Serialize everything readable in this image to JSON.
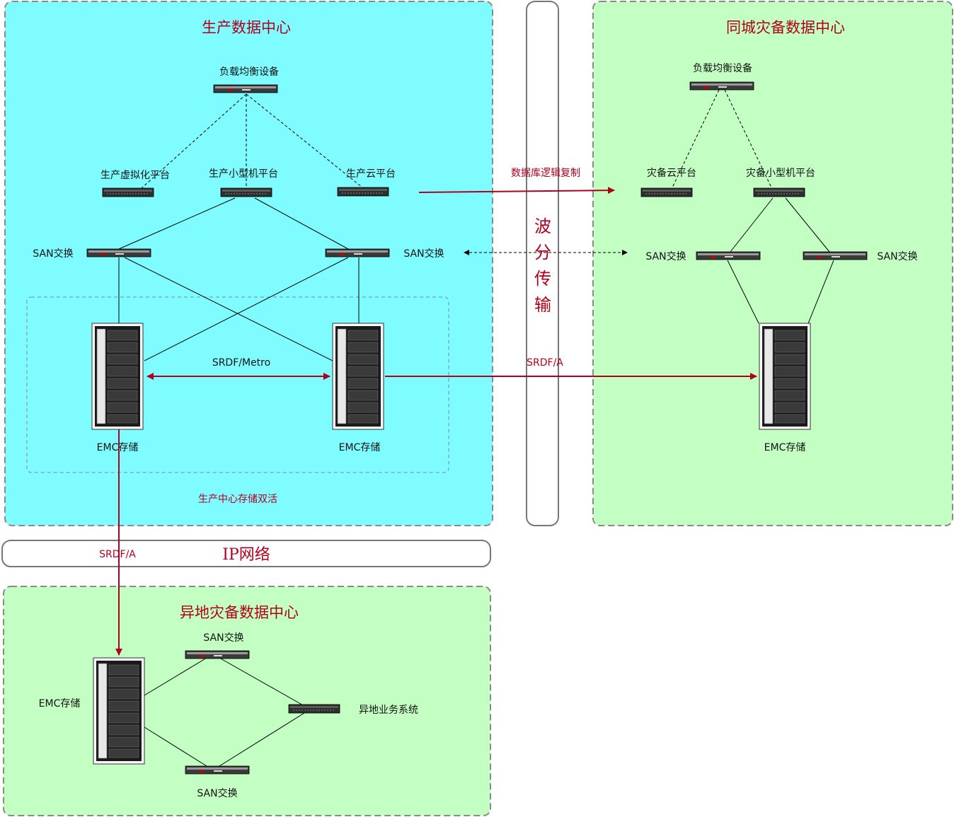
{
  "colors": {
    "production_bg": "#7ffcff",
    "disaster_bg": "#c3ffc3",
    "accent_red": "#b0001e",
    "border_gray": "#8a8a8a"
  },
  "production_dc": {
    "title": "生产数据中心",
    "load_balancer": "负载均衡设备",
    "virtualization_platform": "生产虚拟化平台",
    "minicomputer_platform": "生产小型机平台",
    "cloud_platform": "生产云平台",
    "san_switch_left": "SAN交换",
    "san_switch_right": "SAN交换",
    "storage_left": "EMC存储",
    "storage_right": "EMC存储",
    "metro_link": "SRDF/Metro",
    "active_active": "生产中心存储双活"
  },
  "local_dr_dc": {
    "title": "同城灾备数据中心",
    "load_balancer": "负载均衡设备",
    "cloud_platform": "灾备云平台",
    "minicomputer_platform": "灾备小型机平台",
    "san_switch_left": "SAN交换",
    "san_switch_right": "SAN交换",
    "storage": "EMC存储"
  },
  "remote_dr_dc": {
    "title": "异地灾备数据中心",
    "san_switch_top": "SAN交换",
    "san_switch_bottom": "SAN交换",
    "storage": "EMC存储",
    "business_system": "异地业务系统"
  },
  "links": {
    "db_replication": "数据库逻辑复制",
    "srdf_a_local": "SRDF/A",
    "srdf_a_remote": "SRDF/A"
  },
  "wdm": [
    "波",
    "分",
    "传",
    "输"
  ],
  "ip_network": "IP网络"
}
